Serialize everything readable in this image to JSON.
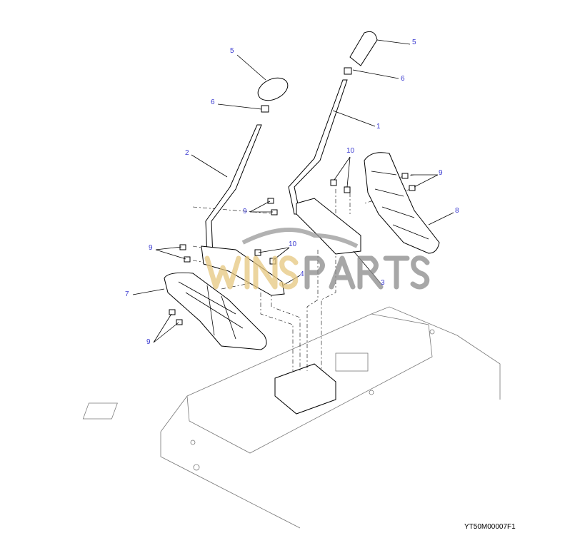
{
  "diagram": {
    "callouts": [
      {
        "id": "label-5-left",
        "text": "5"
      },
      {
        "id": "label-5-right",
        "text": "5"
      },
      {
        "id": "label-6-left",
        "text": "6"
      },
      {
        "id": "label-6-right",
        "text": "6"
      },
      {
        "id": "label-1",
        "text": "1"
      },
      {
        "id": "label-2",
        "text": "2"
      },
      {
        "id": "label-10-upper",
        "text": "10"
      },
      {
        "id": "label-9-right",
        "text": "9"
      },
      {
        "id": "label-9-mid",
        "text": "9"
      },
      {
        "id": "label-8",
        "text": "8"
      },
      {
        "id": "label-9-left",
        "text": "9"
      },
      {
        "id": "label-10-lower",
        "text": "10"
      },
      {
        "id": "label-4",
        "text": "4"
      },
      {
        "id": "label-3",
        "text": "3"
      },
      {
        "id": "label-7",
        "text": "7"
      },
      {
        "id": "label-9-bottom",
        "text": "9"
      }
    ],
    "drawing_code": "YT50M00007F1",
    "watermark": {
      "part1": "WINS",
      "part2": "PARTS"
    },
    "colors": {
      "callout": "#3a3ad0",
      "watermark_gold": "#e6c77f",
      "watermark_gray": "#8a8a8a"
    }
  }
}
